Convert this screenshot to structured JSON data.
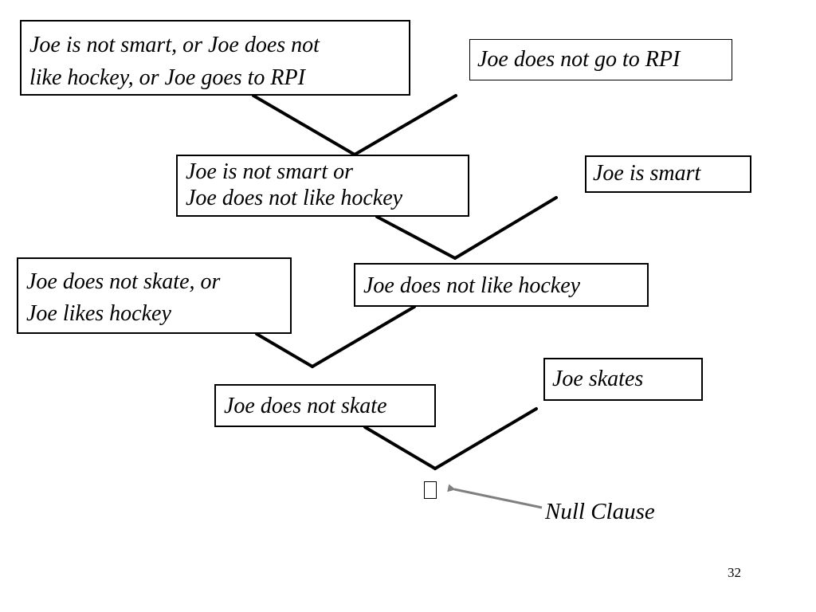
{
  "clauses": {
    "top_left": {
      "line1": "Joe is not smart, or Joe does not",
      "line2": "like hockey, or Joe goes to RPI"
    },
    "top_right": "Joe does not go to RPI",
    "resolvent_1": {
      "line1": "Joe is not smart or",
      "line2": "Joe does not like hockey"
    },
    "fact_smart": "Joe is smart",
    "rule_skate": {
      "line1": "Joe does not skate, or",
      "line2": "Joe likes hockey"
    },
    "resolvent_2": "Joe does not like hockey",
    "fact_skates": "Joe skates",
    "resolvent_3": "Joe does not skate"
  },
  "null_clause_label": "Null Clause",
  "slide_number": "32",
  "colors": {
    "line": "#000000",
    "arrow": "#808080"
  },
  "icons": {
    "null_clause": "empty-box-icon"
  }
}
